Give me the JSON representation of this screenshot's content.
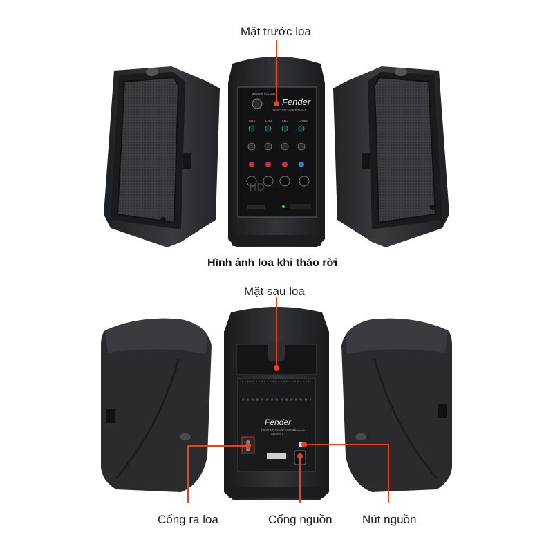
{
  "labels": {
    "front_panel": "Mặt trước loa",
    "section_title": "Hình ảnh loa khi tháo rời",
    "back_panel": "Mặt sau loa",
    "speaker_out": "Cổng ra loa",
    "power_port": "Cổng nguồn",
    "power_button": "Nút nguồn"
  },
  "branding": {
    "logo": "Fender",
    "model": "PASSPORT CONFERENCE",
    "series": "SERIES 2",
    "master_volume": "MASTER VOLUME",
    "bluetooth": "Bluetooth",
    "watermark": "HD"
  },
  "channels": [
    "CH 1",
    "CH 2",
    "CH 3",
    "CH 4/5"
  ],
  "colors": {
    "callout": "#e0451f",
    "speaker_body": "#2b2b2d",
    "grille": "#3a3a3c",
    "panel": "#1c1c1e",
    "knob_teal": "#3aa7a0",
    "knob_red": "#c8323c",
    "knob_blue": "#3b7dc4"
  }
}
